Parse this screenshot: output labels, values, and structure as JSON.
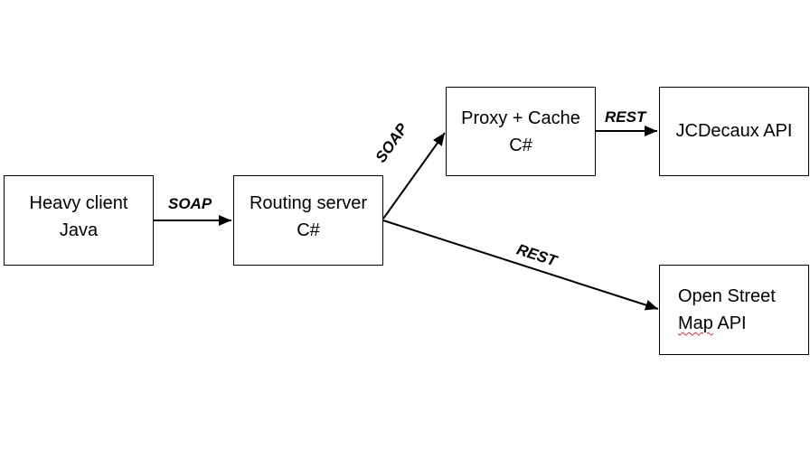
{
  "nodes": {
    "heavy_client": {
      "line1": "Heavy client",
      "line2": "Java"
    },
    "routing_server": {
      "line1": "Routing server",
      "line2": "C#"
    },
    "proxy_cache": {
      "line1": "Proxy + Cache",
      "line2": "C#"
    },
    "jcdecaux": {
      "line1": "JCDecaux API"
    },
    "osm": {
      "line1": "Open Street",
      "line2_a": "Map",
      "line2_b": " API"
    }
  },
  "edges": {
    "client_to_routing": "SOAP",
    "routing_to_proxy": "SOAP",
    "proxy_to_jcdecaux": "REST",
    "routing_to_osm": "REST"
  }
}
